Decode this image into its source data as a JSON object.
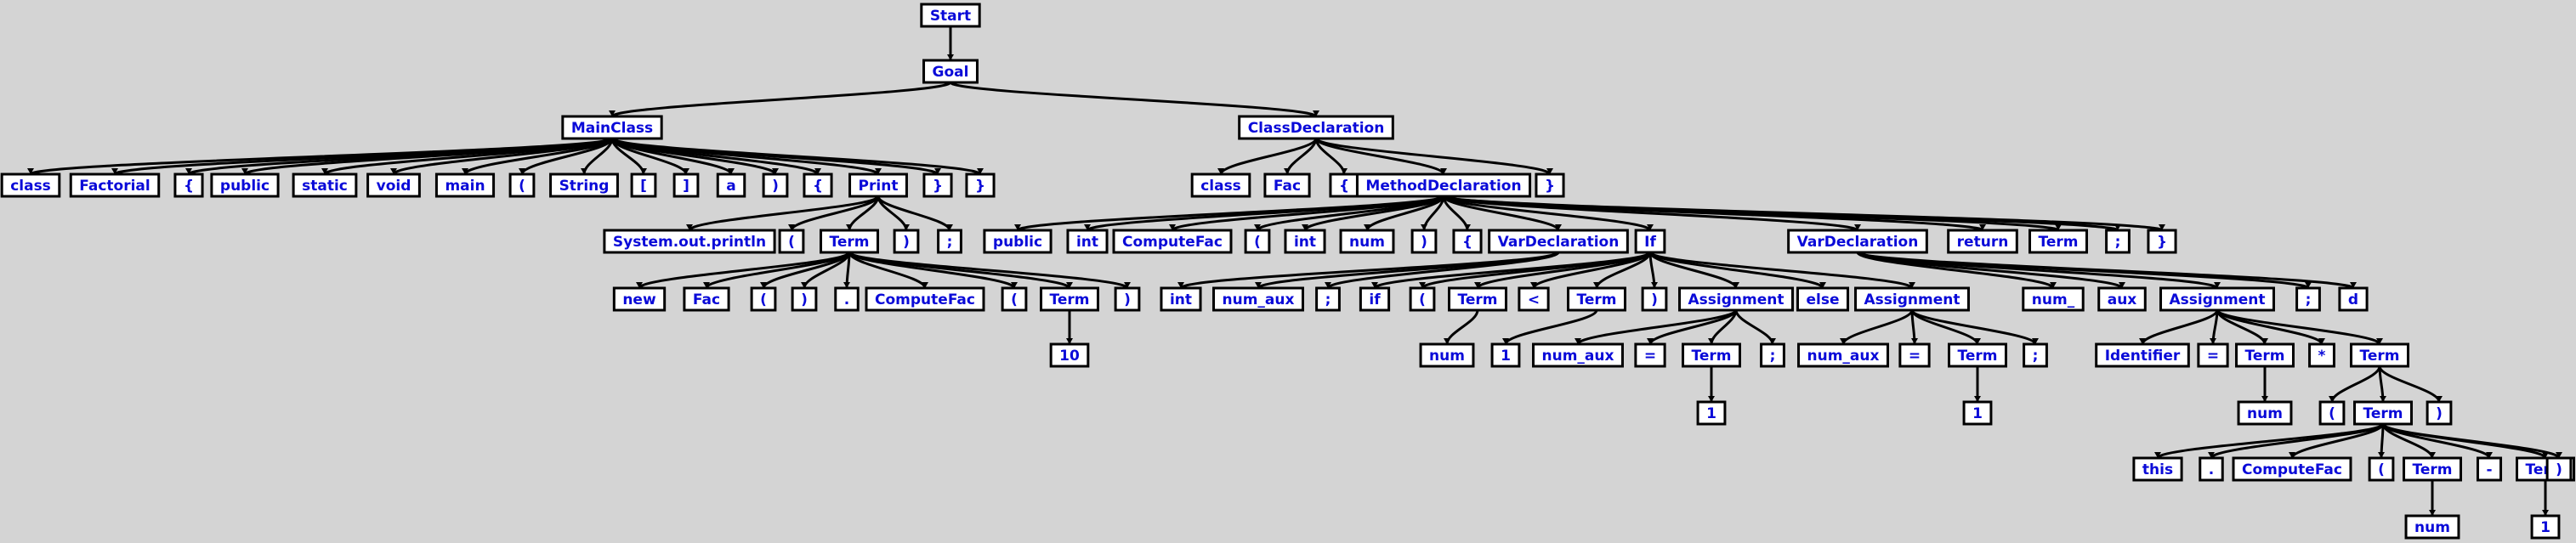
{
  "colors": {
    "background": "#d4d4d4",
    "node_fill": "#ffffff",
    "node_border": "#000000",
    "label": "#0a0ad8",
    "edge": "#000000"
  },
  "nodes": [
    {
      "id": "start",
      "label": "Start",
      "parent": null
    },
    {
      "id": "goal",
      "label": "Goal",
      "parent": "start"
    },
    {
      "id": "mainclass",
      "label": "MainClass",
      "parent": "goal"
    },
    {
      "id": "classdecl",
      "label": "ClassDeclaration",
      "parent": "goal"
    },
    {
      "id": "mc_class",
      "label": "class",
      "parent": "mainclass"
    },
    {
      "id": "mc_factorial",
      "label": "Factorial",
      "parent": "mainclass"
    },
    {
      "id": "mc_lbrace1",
      "label": "{",
      "parent": "mainclass"
    },
    {
      "id": "mc_public",
      "label": "public",
      "parent": "mainclass"
    },
    {
      "id": "mc_static",
      "label": "static",
      "parent": "mainclass"
    },
    {
      "id": "mc_void",
      "label": "void",
      "parent": "mainclass"
    },
    {
      "id": "mc_main",
      "label": "main",
      "parent": "mainclass"
    },
    {
      "id": "mc_lparen",
      "label": "(",
      "parent": "mainclass"
    },
    {
      "id": "mc_string",
      "label": "String",
      "parent": "mainclass"
    },
    {
      "id": "mc_lbrack",
      "label": "[",
      "parent": "mainclass"
    },
    {
      "id": "mc_rbrack",
      "label": "]",
      "parent": "mainclass"
    },
    {
      "id": "mc_a",
      "label": "a",
      "parent": "mainclass"
    },
    {
      "id": "mc_rparen",
      "label": ")",
      "parent": "mainclass"
    },
    {
      "id": "mc_lbrace2",
      "label": "{",
      "parent": "mainclass"
    },
    {
      "id": "print",
      "label": "Print",
      "parent": "mainclass"
    },
    {
      "id": "mc_rbrace1",
      "label": "}",
      "parent": "mainclass"
    },
    {
      "id": "mc_rbrace2",
      "label": "}",
      "parent": "mainclass"
    },
    {
      "id": "pr_sysout",
      "label": "System.out.println",
      "parent": "print"
    },
    {
      "id": "pr_lparen",
      "label": "(",
      "parent": "print"
    },
    {
      "id": "pr_term",
      "label": "Term",
      "parent": "print"
    },
    {
      "id": "pr_rparen",
      "label": ")",
      "parent": "print"
    },
    {
      "id": "pr_semi",
      "label": ";",
      "parent": "print"
    },
    {
      "id": "pt_new",
      "label": "new",
      "parent": "pr_term"
    },
    {
      "id": "pt_fac",
      "label": "Fac",
      "parent": "pr_term"
    },
    {
      "id": "pt_lparen",
      "label": "(",
      "parent": "pr_term"
    },
    {
      "id": "pt_rparen",
      "label": ")",
      "parent": "pr_term"
    },
    {
      "id": "pt_dot",
      "label": ".",
      "parent": "pr_term"
    },
    {
      "id": "pt_computefac",
      "label": "ComputeFac",
      "parent": "pr_term"
    },
    {
      "id": "pt_lparen2",
      "label": "(",
      "parent": "pr_term"
    },
    {
      "id": "pt_term",
      "label": "Term",
      "parent": "pr_term"
    },
    {
      "id": "pt_rparen2",
      "label": ")",
      "parent": "pr_term"
    },
    {
      "id": "pt_10",
      "label": "10",
      "parent": "pt_term"
    },
    {
      "id": "cd_class",
      "label": "class",
      "parent": "classdecl"
    },
    {
      "id": "cd_fac",
      "label": "Fac",
      "parent": "classdecl"
    },
    {
      "id": "cd_lbrace",
      "label": "{",
      "parent": "classdecl"
    },
    {
      "id": "methoddecl",
      "label": "MethodDeclaration",
      "parent": "classdecl"
    },
    {
      "id": "cd_rbrace",
      "label": "}",
      "parent": "classdecl"
    },
    {
      "id": "md_public",
      "label": "public",
      "parent": "methoddecl"
    },
    {
      "id": "md_int",
      "label": "int",
      "parent": "methoddecl"
    },
    {
      "id": "md_computefac",
      "label": "ComputeFac",
      "parent": "methoddecl"
    },
    {
      "id": "md_lparen",
      "label": "(",
      "parent": "methoddecl"
    },
    {
      "id": "md_int2",
      "label": "int",
      "parent": "methoddecl"
    },
    {
      "id": "md_num",
      "label": "num",
      "parent": "methoddecl"
    },
    {
      "id": "md_rparen",
      "label": ")",
      "parent": "methoddecl"
    },
    {
      "id": "md_lbrace",
      "label": "{",
      "parent": "methoddecl"
    },
    {
      "id": "vardecl1",
      "label": "VarDeclaration",
      "parent": "methoddecl"
    },
    {
      "id": "if",
      "label": "If",
      "parent": "methoddecl"
    },
    {
      "id": "vardecl2",
      "label": "VarDeclaration",
      "parent": "methoddecl"
    },
    {
      "id": "md_return",
      "label": "return",
      "parent": "methoddecl"
    },
    {
      "id": "md_term",
      "label": "Term",
      "parent": "methoddecl"
    },
    {
      "id": "md_semi",
      "label": ";",
      "parent": "methoddecl"
    },
    {
      "id": "md_rbrace",
      "label": "}",
      "parent": "methoddecl"
    },
    {
      "id": "v1_int",
      "label": "int",
      "parent": "vardecl1"
    },
    {
      "id": "v1_numaux",
      "label": "num_aux",
      "parent": "vardecl1"
    },
    {
      "id": "v1_semi",
      "label": ";",
      "parent": "vardecl1"
    },
    {
      "id": "if_if",
      "label": "if",
      "parent": "if"
    },
    {
      "id": "if_lparen",
      "label": "(",
      "parent": "if"
    },
    {
      "id": "if_term1",
      "label": "Term",
      "parent": "if"
    },
    {
      "id": "if_lt",
      "label": "<",
      "parent": "if"
    },
    {
      "id": "if_term2",
      "label": "Term",
      "parent": "if"
    },
    {
      "id": "if_rparen",
      "label": ")",
      "parent": "if"
    },
    {
      "id": "if_assign1",
      "label": "Assignment",
      "parent": "if"
    },
    {
      "id": "if_else",
      "label": "else",
      "parent": "if"
    },
    {
      "id": "if_assign2",
      "label": "Assignment",
      "parent": "if"
    },
    {
      "id": "t1_num",
      "label": "num",
      "parent": "if_term1"
    },
    {
      "id": "t2_1",
      "label": "1",
      "parent": "if_term2"
    },
    {
      "id": "a1_numaux",
      "label": "num_aux",
      "parent": "if_assign1"
    },
    {
      "id": "a1_eq",
      "label": "=",
      "parent": "if_assign1"
    },
    {
      "id": "a1_term",
      "label": "Term",
      "parent": "if_assign1"
    },
    {
      "id": "a1_semi",
      "label": ";",
      "parent": "if_assign1"
    },
    {
      "id": "a1t_1",
      "label": "1",
      "parent": "a1_term"
    },
    {
      "id": "a2_numaux",
      "label": "num_aux",
      "parent": "if_assign2"
    },
    {
      "id": "a2_eq",
      "label": "=",
      "parent": "if_assign2"
    },
    {
      "id": "a2_term",
      "label": "Term",
      "parent": "if_assign2"
    },
    {
      "id": "a2_semi",
      "label": ";",
      "parent": "if_assign2"
    },
    {
      "id": "a2t_1",
      "label": "1",
      "parent": "a2_term"
    },
    {
      "id": "v2_numu",
      "label": "num_",
      "parent": "vardecl2"
    },
    {
      "id": "v2_aux",
      "label": "aux",
      "parent": "vardecl2"
    },
    {
      "id": "v2_assign",
      "label": "Assignment",
      "parent": "vardecl2"
    },
    {
      "id": "v2_semi",
      "label": ";",
      "parent": "vardecl2"
    },
    {
      "id": "v2_d",
      "label": "d",
      "parent": "vardecl2"
    },
    {
      "id": "as_ident",
      "label": "Identifier",
      "parent": "v2_assign"
    },
    {
      "id": "as_eq",
      "label": "=",
      "parent": "v2_assign"
    },
    {
      "id": "as_term",
      "label": "Term",
      "parent": "v2_assign"
    },
    {
      "id": "as_star",
      "label": "*",
      "parent": "v2_assign"
    },
    {
      "id": "as_term2",
      "label": "Term",
      "parent": "v2_assign"
    },
    {
      "id": "ast_num",
      "label": "num",
      "parent": "as_term"
    },
    {
      "id": "at2_lparen",
      "label": "(",
      "parent": "as_term2"
    },
    {
      "id": "at2_term",
      "label": "Term",
      "parent": "as_term2"
    },
    {
      "id": "at2_rparen",
      "label": ")",
      "parent": "as_term2"
    },
    {
      "id": "it_this",
      "label": "this",
      "parent": "at2_term"
    },
    {
      "id": "it_dot",
      "label": ".",
      "parent": "at2_term"
    },
    {
      "id": "it_computefac",
      "label": "ComputeFac",
      "parent": "at2_term"
    },
    {
      "id": "it_lparen",
      "label": "(",
      "parent": "at2_term"
    },
    {
      "id": "it_term",
      "label": "Term",
      "parent": "at2_term"
    },
    {
      "id": "it_minus",
      "label": "-",
      "parent": "at2_term"
    },
    {
      "id": "it_term2",
      "label": "Term",
      "parent": "at2_term"
    },
    {
      "id": "it_rparen",
      "label": ")",
      "parent": "at2_term"
    },
    {
      "id": "itt_num",
      "label": "num",
      "parent": "it_term"
    },
    {
      "id": "itt2_1",
      "label": "1",
      "parent": "it_term2"
    }
  ]
}
